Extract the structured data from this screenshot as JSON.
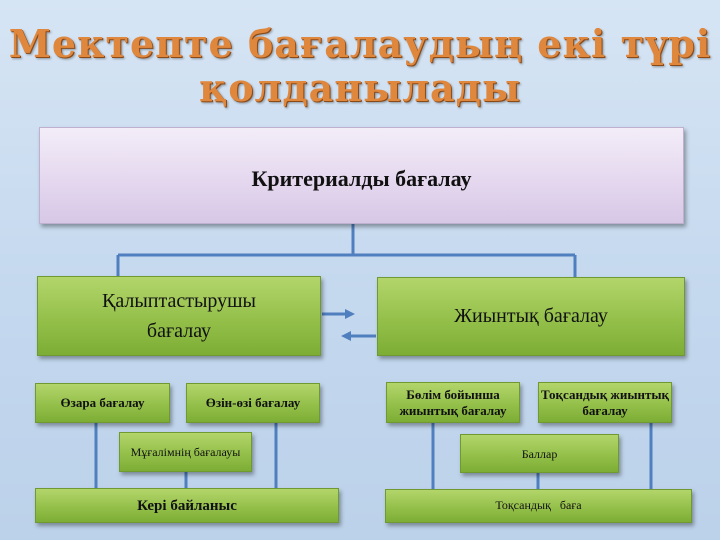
{
  "title": {
    "line1": "Мектепте бағалаудың екі түрі",
    "line2": "қолданылады"
  },
  "top_box": "Критериалды бағалау",
  "left_main": {
    "line1": "Қалыптастырушы",
    "line2": "бағалау"
  },
  "right_main": "Жиынтық бағалау",
  "left_sub": {
    "ozara": "Өзара бағалау",
    "ozin": "Өзін-өзі бағалау",
    "mugalim": "Мұғалімнің бағалауы",
    "keri": "Кері байланыс"
  },
  "right_sub": {
    "bolim": "Бөлім бойынша жиынтық бағалау",
    "toksan": "Тоқсандық жиынтық бағалау",
    "ballar": "Баллар",
    "toksan_baga": "Тоқсандық   баға"
  },
  "colors": {
    "title_orange": "#e0873e",
    "connector_blue": "#4f7fbf",
    "box_green": "#94c04a",
    "box_lavender": "#e3d6ee"
  }
}
